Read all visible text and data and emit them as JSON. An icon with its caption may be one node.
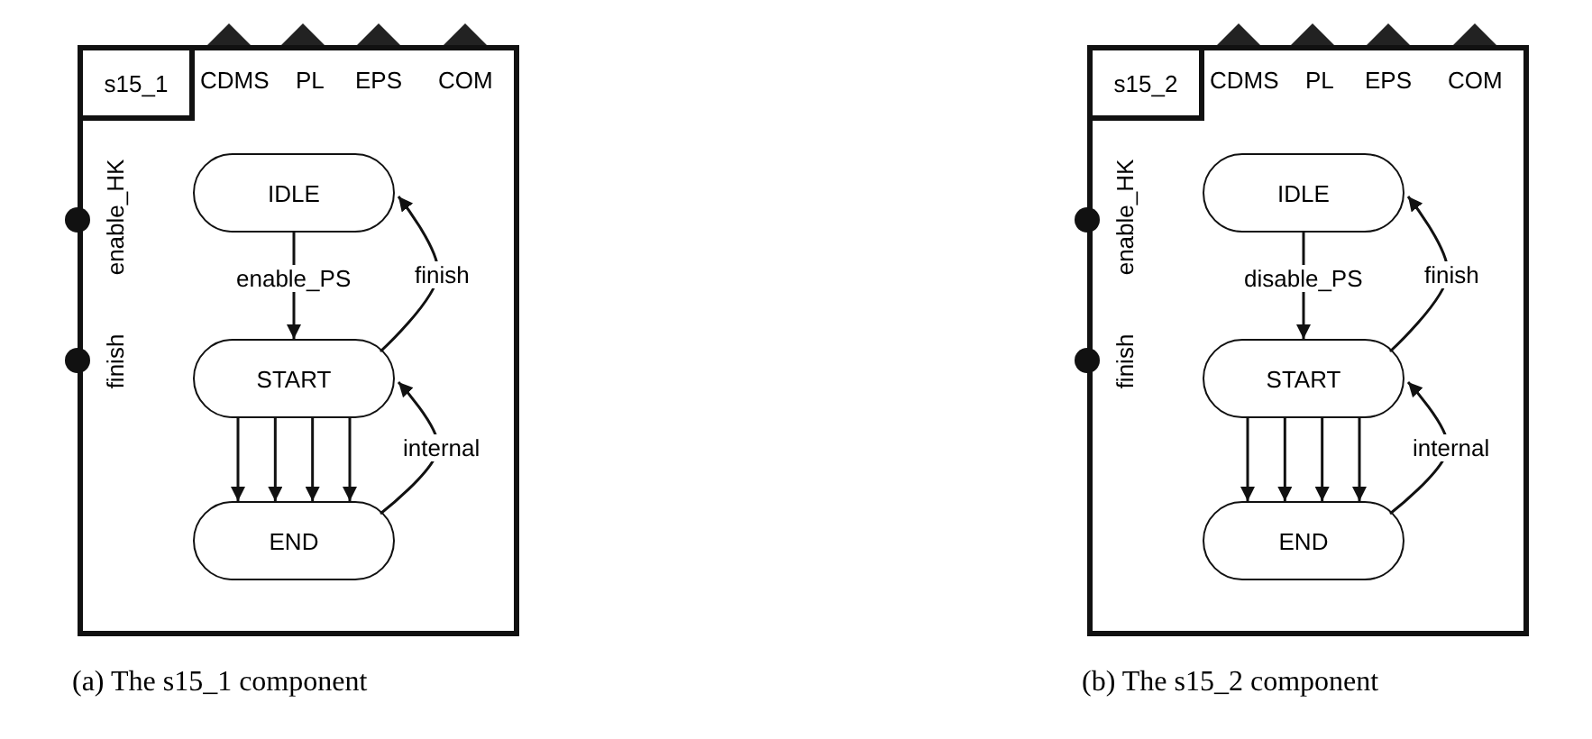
{
  "diagram": {
    "nodes": [
      {
        "text": [
          "s15_1"
        ],
        "beside": [
          "(a) The s15_1 component"
        ]
      },
      {
        "text": [
          "IDLE"
        ],
        "in": 0
      },
      {
        "text": [
          "START"
        ],
        "in": 0
      },
      {
        "text": [
          "END"
        ],
        "in": 0
      },
      {
        "text": [
          "s15_2"
        ],
        "beside": [
          "(b) The s15_2 component"
        ]
      },
      {
        "text": [
          "IDLE"
        ],
        "in": 4
      },
      {
        "text": [
          "START"
        ],
        "in": 4
      },
      {
        "text": [
          "END"
        ],
        "in": 4
      }
    ],
    "edges": [
      {
        "from": 1,
        "to": 2,
        "arrow": "to",
        "label": "enable_PS"
      },
      {
        "from": 2,
        "to": 1,
        "arrow": "to",
        "label": "finish"
      },
      {
        "from": 2,
        "to": 3,
        "arrow": "to"
      },
      {
        "from": 2,
        "to": 3,
        "arrow": "to"
      },
      {
        "from": 2,
        "to": 3,
        "arrow": "to"
      },
      {
        "from": 2,
        "to": 3,
        "arrow": "to"
      },
      {
        "from": 3,
        "to": 2,
        "arrow": "to",
        "label": "internal"
      },
      {
        "from": 5,
        "to": 6,
        "arrow": "to",
        "label": "disable_PS"
      },
      {
        "from": 6,
        "to": 5,
        "arrow": "to",
        "label": "finish"
      },
      {
        "from": 6,
        "to": 7,
        "arrow": "to"
      },
      {
        "from": 6,
        "to": 7,
        "arrow": "to"
      },
      {
        "from": 6,
        "to": 7,
        "arrow": "to"
      },
      {
        "from": 6,
        "to": 7,
        "arrow": "to"
      },
      {
        "from": 7,
        "to": 6,
        "arrow": "to",
        "label": "internal"
      }
    ],
    "labels": [
      "CDMS",
      "PL",
      "EPS",
      "COM",
      "enable_HK",
      "finish",
      "CDMS",
      "PL",
      "EPS",
      "COM",
      "enable_HK",
      "finish"
    ]
  }
}
